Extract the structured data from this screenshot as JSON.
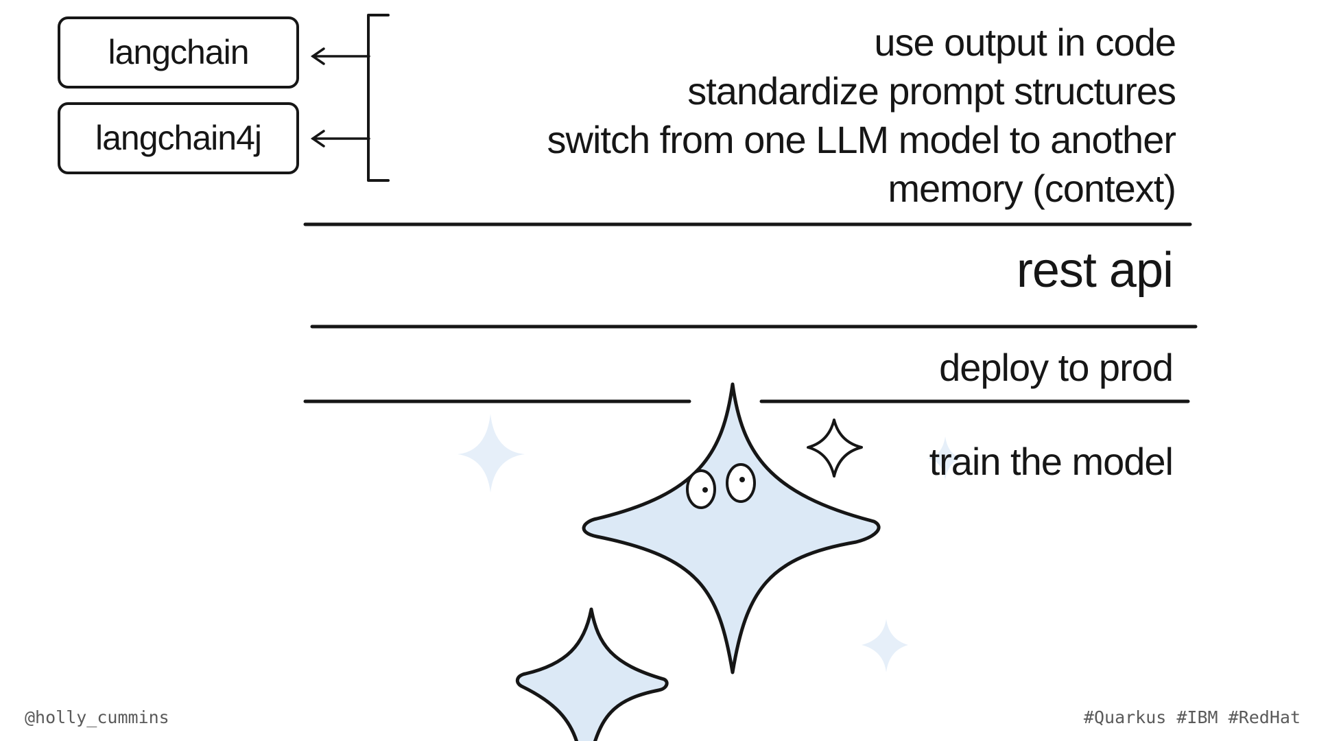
{
  "boxes": [
    {
      "label": "langchain"
    },
    {
      "label": "langchain4j"
    }
  ],
  "concerns": [
    "use output in code",
    "standardize prompt structures",
    "switch from one LLM model to another",
    "memory (context)"
  ],
  "layers": {
    "rest": "rest api",
    "deploy": "deploy to prod",
    "train": "train the model"
  },
  "footer": {
    "handle": "@holly_cummins",
    "tags": "#Quarkus #IBM #RedHat"
  },
  "colors": {
    "ink": "#161616",
    "sparkle_fill": "#dce9f6",
    "faint_sparkle": "#e6eff9",
    "footer_text": "#5a5a5a"
  }
}
